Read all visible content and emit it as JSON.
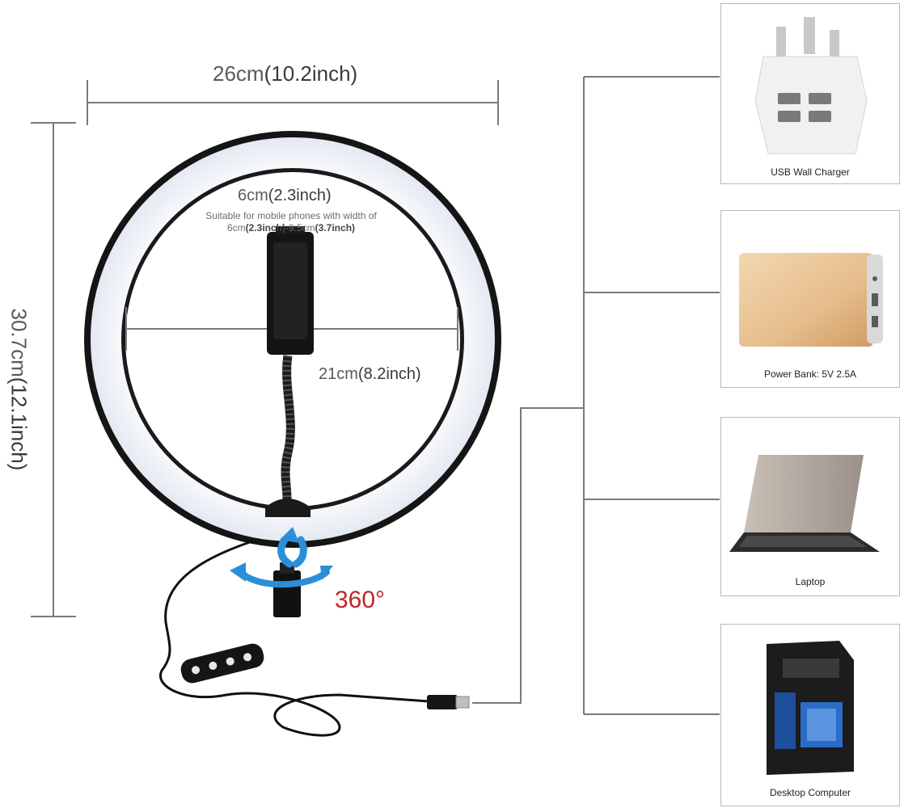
{
  "dimensions": {
    "width_cm": "26cm",
    "width_in": "(10.2inch)",
    "height_cm": "30.7cm",
    "height_in": "(12.1inch)",
    "inner_cm": "21cm",
    "inner_in": "(8.2inch)",
    "holder_cm": "6cm",
    "holder_in": "(2.3inch)",
    "note_line1": "Suitable for mobile phones with width of",
    "note_min_cm": "6cm",
    "note_min_in": "(2.3inch)",
    "note_sep": "-9.5cm",
    "note_max_in": "(3.7inch)"
  },
  "rotation": {
    "label": "360°",
    "color": "#c0262a"
  },
  "colors": {
    "ring_light": "#eef1f7",
    "ring_frame": "#151515",
    "arrow_blue": "#2b8fd8",
    "line_gray": "#7a7a7a"
  },
  "devices": [
    {
      "label": "USB Wall Charger",
      "icon": "usb-wall-charger-image"
    },
    {
      "label": "Power Bank: 5V 2.5A",
      "icon": "power-bank-image"
    },
    {
      "label": "Laptop",
      "icon": "laptop-image"
    },
    {
      "label": "Desktop Computer",
      "icon": "desktop-computer-image"
    }
  ]
}
